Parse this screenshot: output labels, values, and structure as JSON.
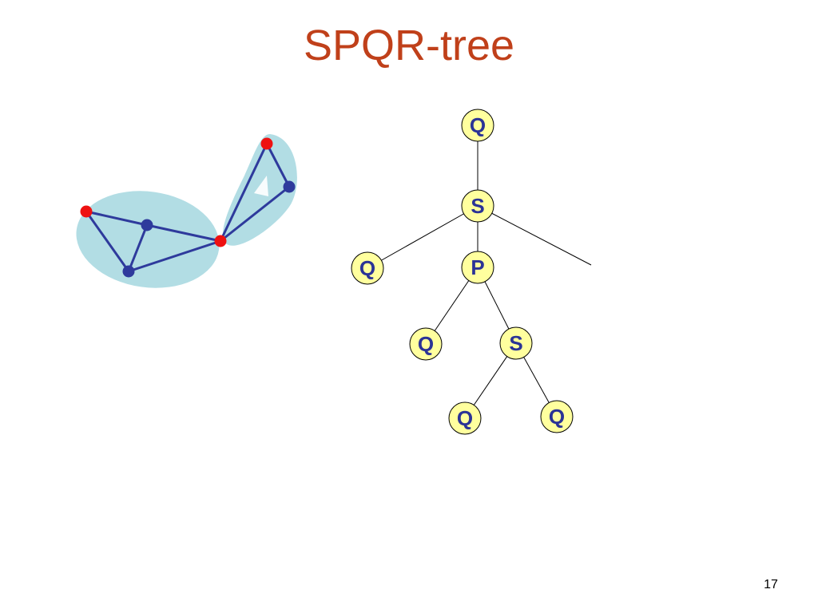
{
  "slide": {
    "title": "SPQR-tree",
    "page_number": "17"
  },
  "colors": {
    "title": "#c0401a",
    "blob_fill": "#b2dde4",
    "graph_edge": "#2e3a9c",
    "cut_vertex": "#ee1111",
    "inner_vertex": "#2e3a9c",
    "tree_node_fill": "#ffff9e",
    "tree_node_label": "#2b3396",
    "tree_edge": "#000000"
  },
  "tree": {
    "nodes": [
      {
        "id": "root",
        "label": "Q"
      },
      {
        "id": "s1",
        "label": "S"
      },
      {
        "id": "q_left",
        "label": "Q"
      },
      {
        "id": "p1",
        "label": "P"
      },
      {
        "id": "q_mid",
        "label": "Q"
      },
      {
        "id": "s2",
        "label": "S"
      },
      {
        "id": "q_bottom_left",
        "label": "Q"
      },
      {
        "id": "q_bottom_right",
        "label": "Q"
      }
    ]
  }
}
